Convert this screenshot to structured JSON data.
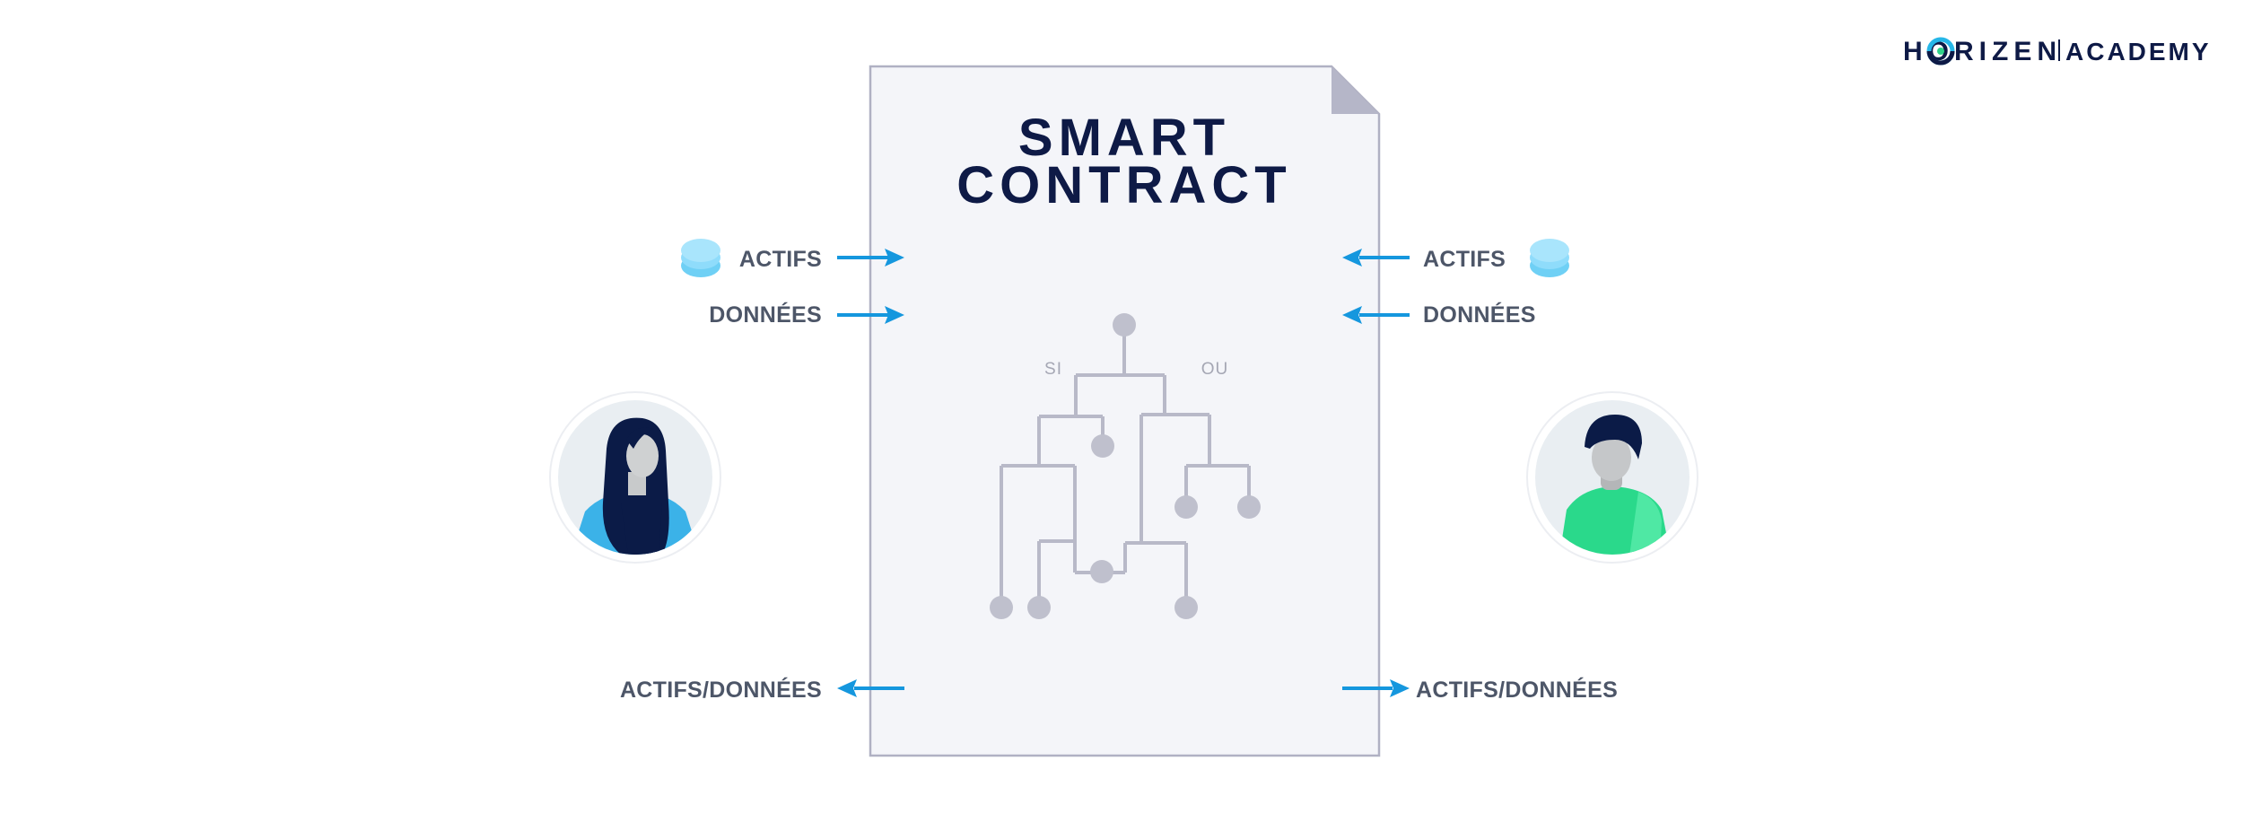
{
  "logo": {
    "brand": "HORIZEN",
    "product": "ACADEMY",
    "colors": {
      "text": "#0e1a46",
      "mark_cyan": "#26b7e8",
      "mark_teal": "#2fd28a"
    }
  },
  "document": {
    "title_line1": "SMART",
    "title_line2": "CONTRACT",
    "icon": "document-page-icon"
  },
  "flowchart": {
    "branch_left": "SI",
    "branch_right": "OU"
  },
  "left_party": {
    "avatar": "woman-avatar-icon",
    "inputs": [
      "ACTIFS",
      "DONNÉES"
    ],
    "output": "ACTIFS/DONNÉES",
    "asset_icon": "coin-stack-icon"
  },
  "right_party": {
    "avatar": "man-avatar-icon",
    "inputs": [
      "ACTIFS",
      "DONNÉES"
    ],
    "output": "ACTIFS/DONNÉES",
    "asset_icon": "coin-stack-icon"
  },
  "colors": {
    "arrow": "#1597de",
    "title": "#0e1a46",
    "label": "#4d5668",
    "document_fill": "#f4f5f9",
    "document_border": "#b0b1c3",
    "tree": "#b8b9c8",
    "coin": "#8fdcfb"
  }
}
